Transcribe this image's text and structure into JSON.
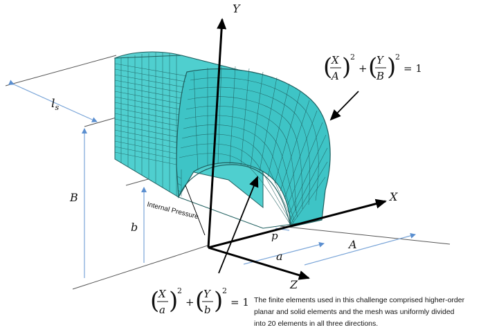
{
  "axes": {
    "x": "X",
    "y": "Y",
    "z": "Z"
  },
  "dimensions": {
    "ls_base": "l",
    "ls_sub": "s",
    "B": "B",
    "b": "b",
    "a": "a",
    "A": "A",
    "p": "p"
  },
  "annotations": {
    "internal_pressure": "Internal Pressure"
  },
  "equations": {
    "outer": {
      "x_num": "X",
      "x_den": "A",
      "y_num": "Y",
      "y_den": "B",
      "exp": "2",
      "plus": "+",
      "equals": "= 1"
    },
    "inner": {
      "x_num": "X",
      "x_den": "a",
      "y_num": "Y",
      "y_den": "b",
      "exp": "2",
      "plus": "+",
      "equals": "= 1"
    }
  },
  "caption": {
    "lines": [
      "The finite elements used in this challenge comprised higher-order",
      "planar and solid elements and the mesh was uniformly divided",
      "into 20 elements in all three directions."
    ]
  },
  "colors": {
    "mesh_fill": "#4fcfcf",
    "mesh_line": "#1f5f5f",
    "dimension_line": "#7aa5d8",
    "axis": "#000000"
  }
}
